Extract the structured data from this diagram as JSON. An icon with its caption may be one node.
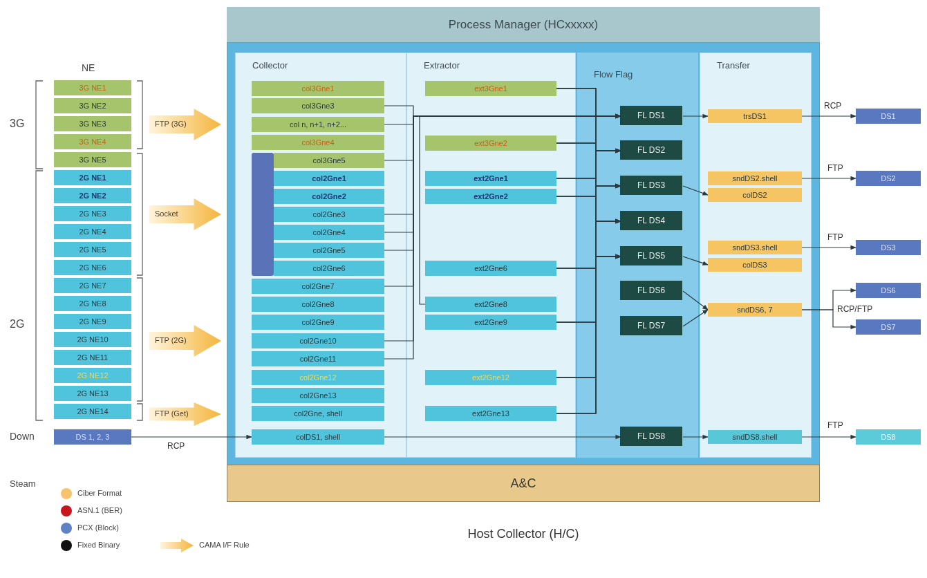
{
  "diagram": {
    "caption": "Host Collector (H/C)",
    "nodes": [
      {
        "text": [],
        "shape": "box"
      },
      {
        "text": [
          "Process Manager (HCxxxxx)"
        ],
        "in": 0
      },
      {
        "text": [
          "Collector"
        ],
        "in": 0
      },
      {
        "text": [
          "Extractor"
        ],
        "in": 0
      },
      {
        "text": [
          "Flow Flag"
        ],
        "in": 0
      },
      {
        "text": [
          "Transfer"
        ],
        "in": 0
      },
      {
        "text": [
          "col3Gne1"
        ],
        "in": 2
      },
      {
        "text": [
          "col3Gne3"
        ],
        "in": 2
      },
      {
        "text": [
          "col n, n+1, n+2..."
        ],
        "in": 2
      },
      {
        "text": [
          "col3Gne4"
        ],
        "in": 2
      },
      {
        "text": [
          "col3Gne5"
        ],
        "in": 2
      },
      {
        "text": [
          "col2Gne1"
        ],
        "in": 2
      },
      {
        "text": [
          "col2Gne2"
        ],
        "in": 2
      },
      {
        "text": [
          "col2Gne3"
        ],
        "in": 2
      },
      {
        "text": [
          "col2Gne4"
        ],
        "in": 2
      },
      {
        "text": [
          "col2Gne5"
        ],
        "in": 2
      },
      {
        "text": [
          "col2Gne6"
        ],
        "in": 2
      },
      {
        "text": [
          "col2Gne7"
        ],
        "in": 2
      },
      {
        "text": [
          "col2Gne8"
        ],
        "in": 2
      },
      {
        "text": [
          "col2Gne9"
        ],
        "in": 2
      },
      {
        "text": [
          "col2Gne10"
        ],
        "in": 2
      },
      {
        "text": [
          "col2Gne11"
        ],
        "in": 2
      },
      {
        "text": [
          "col2Gne12"
        ],
        "in": 2
      },
      {
        "text": [
          "col2Gne13"
        ],
        "in": 2
      },
      {
        "text": [
          "col2Gne, shell"
        ],
        "in": 2
      },
      {
        "text": [
          "colDS1, shell"
        ],
        "in": 2
      },
      {
        "text": [],
        "shape": "bar",
        "in": 2
      },
      {
        "text": [
          "ext3Gne1"
        ],
        "in": 3
      },
      {
        "text": [
          "ext3Gne2"
        ],
        "in": 3
      },
      {
        "text": [
          "ext2Gne1"
        ],
        "in": 3
      },
      {
        "text": [
          "ext2Gne2"
        ],
        "in": 3
      },
      {
        "text": [
          "ext2Gne6"
        ],
        "in": 3
      },
      {
        "text": [
          "ext2Gne8"
        ],
        "in": 3
      },
      {
        "text": [
          "ext2Gne9"
        ],
        "in": 3
      },
      {
        "text": [
          "ext2Gne12"
        ],
        "in": 3
      },
      {
        "text": [
          "ext2Gne13"
        ],
        "in": 3
      },
      {
        "text": [
          "FL DS1"
        ],
        "in": 4
      },
      {
        "text": [
          "FL DS2"
        ],
        "in": 4
      },
      {
        "text": [
          "FL DS3"
        ],
        "in": 4
      },
      {
        "text": [
          "FL DS4"
        ],
        "in": 4
      },
      {
        "text": [
          "FL DS5"
        ],
        "in": 4
      },
      {
        "text": [
          "FL DS6"
        ],
        "in": 4
      },
      {
        "text": [
          "FL DS7"
        ],
        "in": 4
      },
      {
        "text": [
          "FL DS8"
        ],
        "in": 4
      },
      {
        "text": [
          "trsDS1"
        ],
        "in": 5
      },
      {
        "text": [
          "sndDS2.shell"
        ],
        "in": 5
      },
      {
        "text": [
          "colDS2"
        ],
        "in": 5
      },
      {
        "text": [
          "sndDS3.shell"
        ],
        "in": 5
      },
      {
        "text": [
          "colDS3"
        ],
        "in": 5
      },
      {
        "text": [
          "sndDS6, 7"
        ],
        "in": 5
      },
      {
        "text": [
          "sndDS8.shell"
        ],
        "in": 5
      },
      {
        "text": [
          "A&C"
        ],
        "in": 0
      },
      {
        "text": [
          "3G NE1"
        ]
      },
      {
        "text": [
          "3G NE2"
        ]
      },
      {
        "text": [
          "3G NE3"
        ]
      },
      {
        "text": [
          "3G NE4"
        ]
      },
      {
        "text": [
          "3G NE5"
        ]
      },
      {
        "text": [
          "2G NE1"
        ]
      },
      {
        "text": [
          "2G NE2"
        ]
      },
      {
        "text": [
          "2G NE3"
        ]
      },
      {
        "text": [
          "2G NE4"
        ]
      },
      {
        "text": [
          "2G NE5"
        ]
      },
      {
        "text": [
          "2G NE6"
        ]
      },
      {
        "text": [
          "2G NE7"
        ]
      },
      {
        "text": [
          "2G NE8"
        ]
      },
      {
        "text": [
          "2G NE9"
        ]
      },
      {
        "text": [
          "2G NE10"
        ]
      },
      {
        "text": [
          "2G NE11"
        ]
      },
      {
        "text": [
          "2G NE12"
        ]
      },
      {
        "text": [
          "2G NE13"
        ]
      },
      {
        "text": [
          "2G NE14"
        ]
      },
      {
        "text": [
          "DS 1, 2, 3"
        ]
      },
      {
        "text": [
          "FTP (3G)"
        ]
      },
      {
        "text": [
          "Socket"
        ]
      },
      {
        "text": [
          "FTP (2G)"
        ]
      },
      {
        "text": [
          "FTP (Get)"
        ]
      },
      {
        "text": [
          "DS1"
        ]
      },
      {
        "text": [
          "DS2"
        ]
      },
      {
        "text": [
          "DS3"
        ]
      },
      {
        "text": [
          "DS6"
        ]
      },
      {
        "text": [
          "DS7"
        ]
      },
      {
        "text": [
          "DS8"
        ]
      }
    ],
    "edges": [
      {
        "from": 7,
        "to": 36,
        "arrow": "to"
      },
      {
        "from": 8,
        "to": 36,
        "arrow": "to"
      },
      {
        "from": 10,
        "to": 36,
        "arrow": "to"
      },
      {
        "from": 13,
        "to": 36,
        "arrow": "to"
      },
      {
        "from": 14,
        "to": 36,
        "arrow": "to"
      },
      {
        "from": 15,
        "to": 36,
        "arrow": "to"
      },
      {
        "from": 17,
        "to": 36,
        "arrow": "to"
      },
      {
        "from": 20,
        "to": 36,
        "arrow": "to"
      },
      {
        "from": 21,
        "to": 36,
        "arrow": "to"
      },
      {
        "from": 32,
        "to": 36,
        "arrow": "to"
      },
      {
        "from": 27,
        "to": 37,
        "arrow": "to"
      },
      {
        "from": 27,
        "to": 38,
        "arrow": "to"
      },
      {
        "from": 27,
        "to": 39,
        "arrow": "to"
      },
      {
        "from": 27,
        "to": 40,
        "arrow": "to"
      },
      {
        "from": 28,
        "to": 37,
        "arrow": "to"
      },
      {
        "from": 28,
        "to": 38,
        "arrow": "to"
      },
      {
        "from": 28,
        "to": 39,
        "arrow": "to"
      },
      {
        "from": 28,
        "to": 40,
        "arrow": "to"
      },
      {
        "from": 29,
        "to": 37,
        "arrow": "to"
      },
      {
        "from": 29,
        "to": 38,
        "arrow": "to"
      },
      {
        "from": 29,
        "to": 39,
        "arrow": "to"
      },
      {
        "from": 29,
        "to": 40,
        "arrow": "to"
      },
      {
        "from": 30,
        "to": 37,
        "arrow": "to"
      },
      {
        "from": 30,
        "to": 38,
        "arrow": "to"
      },
      {
        "from": 30,
        "to": 39,
        "arrow": "to"
      },
      {
        "from": 30,
        "to": 40,
        "arrow": "to"
      },
      {
        "from": 31,
        "to": 37,
        "arrow": "to"
      },
      {
        "from": 31,
        "to": 38,
        "arrow": "to"
      },
      {
        "from": 31,
        "to": 39,
        "arrow": "to"
      },
      {
        "from": 31,
        "to": 40,
        "arrow": "to"
      },
      {
        "from": 33,
        "to": 37,
        "arrow": "to"
      },
      {
        "from": 33,
        "to": 38,
        "arrow": "to"
      },
      {
        "from": 33,
        "to": 39,
        "arrow": "to"
      },
      {
        "from": 33,
        "to": 40,
        "arrow": "to"
      },
      {
        "from": 34,
        "to": 37,
        "arrow": "to"
      },
      {
        "from": 34,
        "to": 38,
        "arrow": "to"
      },
      {
        "from": 34,
        "to": 39,
        "arrow": "to"
      },
      {
        "from": 34,
        "to": 40,
        "arrow": "to"
      },
      {
        "from": 35,
        "to": 37,
        "arrow": "to"
      },
      {
        "from": 35,
        "to": 38,
        "arrow": "to"
      },
      {
        "from": 35,
        "to": 39,
        "arrow": "to"
      },
      {
        "from": 35,
        "to": 40,
        "arrow": "to"
      },
      {
        "from": 71,
        "to": 25,
        "arrow": "to",
        "label": "RCP"
      },
      {
        "from": 25,
        "to": 43,
        "arrow": "to"
      },
      {
        "from": 36,
        "to": 44,
        "arrow": "to"
      },
      {
        "from": 38,
        "to": 46,
        "arrow": "to"
      },
      {
        "from": 40,
        "to": 48,
        "arrow": "to"
      },
      {
        "from": 41,
        "to": 49,
        "arrow": "to"
      },
      {
        "from": 42,
        "to": 49,
        "arrow": "to"
      },
      {
        "from": 43,
        "to": 50,
        "arrow": "to"
      },
      {
        "from": 44,
        "to": 76,
        "arrow": "to",
        "label": "RCP"
      },
      {
        "from": 45,
        "to": 77,
        "arrow": "to",
        "label": "FTP"
      },
      {
        "from": 47,
        "to": 78,
        "arrow": "to",
        "label": "FTP"
      },
      {
        "from": 49,
        "to": 79,
        "arrow": "to",
        "label": "RCP/FTP"
      },
      {
        "from": 49,
        "to": 80,
        "arrow": "to"
      },
      {
        "from": 50,
        "to": 81,
        "arrow": "to",
        "label": "FTP"
      }
    ],
    "labels": [
      "NE",
      "3G",
      "2G",
      "Down",
      "Steam"
    ],
    "legend": [
      {
        "text": "Ciber Format",
        "color": "#f5c46c"
      },
      {
        "text": "ASN.1 (BER)",
        "color": "#c8161d"
      },
      {
        "text": "PCX (Block)",
        "color": "#5f82c4"
      },
      {
        "text": "Fixed Binary",
        "color": "#111111"
      },
      {
        "text": "CAMA I/F Rule"
      }
    ]
  }
}
